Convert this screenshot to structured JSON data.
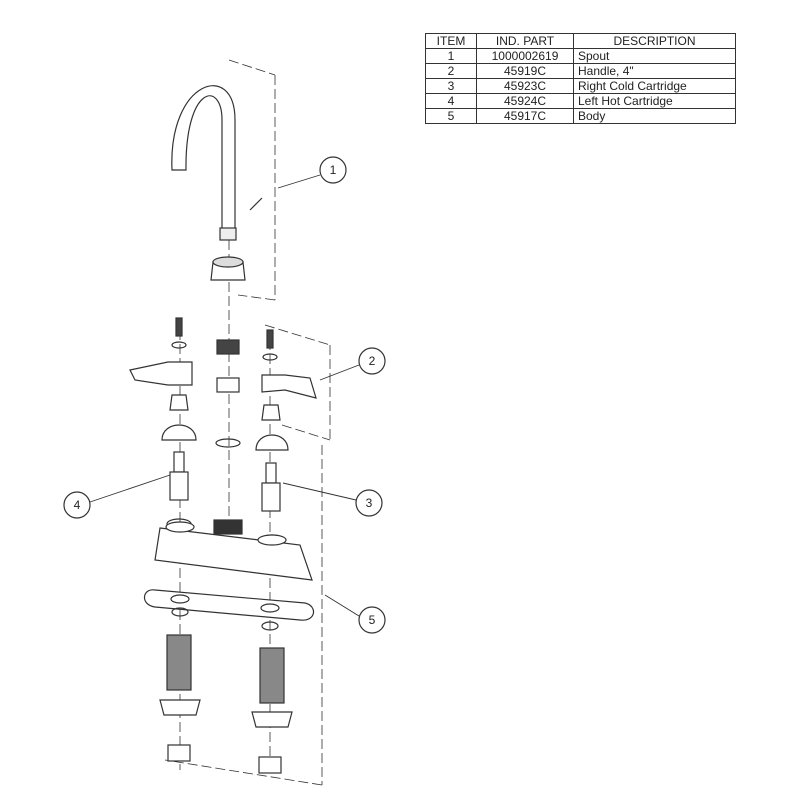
{
  "table": {
    "headers": [
      "ITEM",
      "IND. PART",
      "DESCRIPTION"
    ],
    "rows": [
      {
        "item": "1",
        "part": "1000002619",
        "description": "Spout"
      },
      {
        "item": "2",
        "part": "45919C",
        "description": "Handle, 4\""
      },
      {
        "item": "3",
        "part": "45923C",
        "description": "Right Cold Cartridge"
      },
      {
        "item": "4",
        "part": "45924C",
        "description": "Left Hot Cartridge"
      },
      {
        "item": "5",
        "part": "45917C",
        "description": "Body"
      }
    ]
  },
  "callouts": [
    "1",
    "2",
    "3",
    "4",
    "5"
  ]
}
